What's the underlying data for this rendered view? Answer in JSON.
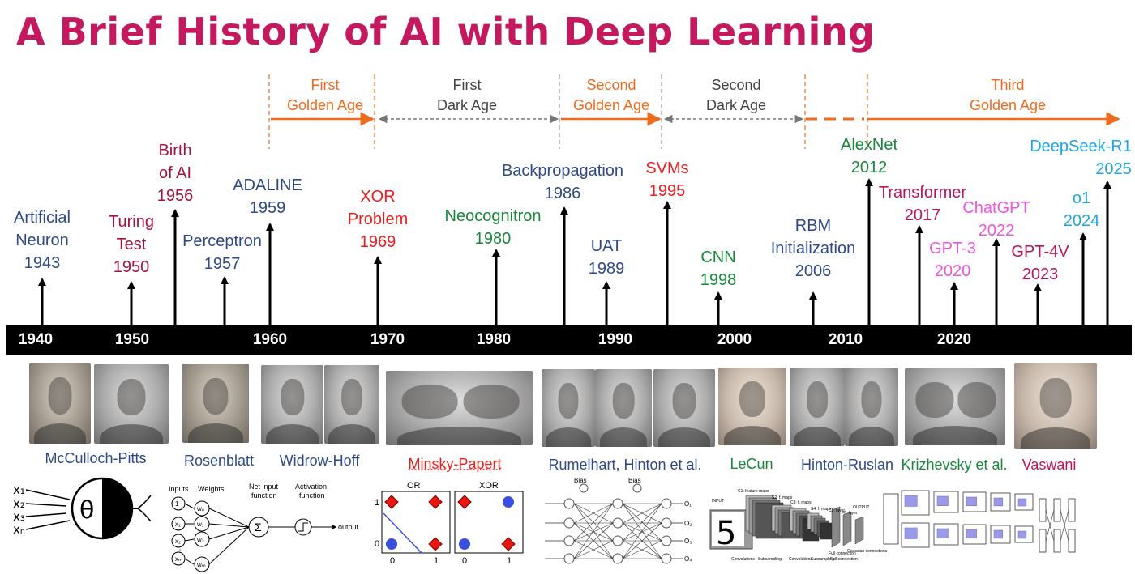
{
  "title": "A Brief History of AI with Deep Learning",
  "stages": [
    {
      "line1": "First",
      "line2": "Golden Age",
      "kind": "golden"
    },
    {
      "line1": "First",
      "line2": "Dark Age",
      "kind": "dark"
    },
    {
      "line1": "Second",
      "line2": "Golden Age",
      "kind": "golden"
    },
    {
      "line1": "Second",
      "line2": "Dark Age",
      "kind": "dark"
    },
    {
      "line1": "Third",
      "line2": "Golden Age",
      "kind": "golden"
    }
  ],
  "colors": {
    "title": "#c4185f",
    "golden": "#ee6a1c",
    "dark": "#444444",
    "navy": "#2e4a86",
    "maroon": "#a5123c",
    "red": "#ee1c1c",
    "green": "#17873a",
    "magenta": "#b8155a",
    "pink": "#ee55e0",
    "sky": "#1ea6e6"
  },
  "years": [
    "1940",
    "1950",
    "1960",
    "1970",
    "1980",
    "1990",
    "2000",
    "2010",
    "2020"
  ],
  "events": [
    {
      "lines": [
        "Artificial",
        "Neuron",
        "1943"
      ],
      "color": "navy"
    },
    {
      "lines": [
        "Turing",
        "Test",
        "1950"
      ],
      "color": "maroon"
    },
    {
      "lines": [
        "Birth",
        "of AI",
        "1956"
      ],
      "color": "maroon"
    },
    {
      "lines": [
        "Perceptron",
        "1957"
      ],
      "color": "navy"
    },
    {
      "lines": [
        "ADALINE",
        "1959"
      ],
      "color": "navy"
    },
    {
      "lines": [
        "XOR",
        "Problem",
        "1969"
      ],
      "color": "red"
    },
    {
      "lines": [
        "Neocognitron",
        "1980"
      ],
      "color": "green"
    },
    {
      "lines": [
        "Backpropagation",
        "1986"
      ],
      "color": "navy"
    },
    {
      "lines": [
        "UAT",
        "1989"
      ],
      "color": "navy"
    },
    {
      "lines": [
        "SVMs",
        "1995"
      ],
      "color": "red"
    },
    {
      "lines": [
        "CNN",
        "1998"
      ],
      "color": "green"
    },
    {
      "lines": [
        "RBM",
        "Initialization",
        "2006"
      ],
      "color": "navy"
    },
    {
      "lines": [
        "AlexNet",
        "2012"
      ],
      "color": "green"
    },
    {
      "lines": [
        "Transformer",
        "2017"
      ],
      "color": "magenta"
    },
    {
      "lines": [
        "GPT-3",
        "2020"
      ],
      "color": "pink"
    },
    {
      "lines": [
        "ChatGPT",
        "2022"
      ],
      "color": "pink"
    },
    {
      "lines": [
        "GPT-4V",
        "2023"
      ],
      "color": "magenta"
    },
    {
      "lines": [
        "o1",
        "2024"
      ],
      "color": "sky"
    },
    {
      "lines": [
        "DeepSeek-R1",
        "2025"
      ],
      "color": "sky"
    }
  ],
  "people": [
    {
      "name": "McCulloch-Pitts",
      "color": "navy"
    },
    {
      "name": "Rosenblatt",
      "color": "navy"
    },
    {
      "name": "Widrow-Hoff",
      "color": "navy"
    },
    {
      "name": "Minsky-Papert",
      "color": "red"
    },
    {
      "name": "Rumelhart, Hinton et al.",
      "color": "navy"
    },
    {
      "name": "LeCun",
      "color": "green"
    },
    {
      "name": "Hinton-Ruslan",
      "color": "navy"
    },
    {
      "name": "Krizhevsky et al.",
      "color": "green"
    },
    {
      "name": "Vaswani",
      "color": "magenta"
    }
  ],
  "neuron_diagram": {
    "inputs": [
      "x₁",
      "x₂",
      "x₃",
      "xₙ"
    ],
    "symbol": "θ"
  },
  "perceptron_diagram": {
    "headers": [
      "Inputs",
      "Weights",
      "Net input",
      "function",
      "Activation",
      "function"
    ],
    "inputs": [
      "1",
      "x₁",
      "x₂",
      "x₃",
      "xₘ"
    ],
    "weights": [
      "w₀",
      "w₁",
      "w₂",
      "w₃",
      "wₘ"
    ],
    "sum": "Σ",
    "output": "output",
    "dots": "⋮"
  },
  "xor_diagram": {
    "panels": [
      "OR",
      "XOR"
    ],
    "ticks_y": [
      "1",
      "0"
    ],
    "ticks_x": [
      "0",
      "1"
    ]
  },
  "mlp_diagram": {
    "bias_label": "Bias",
    "outputs": [
      "O₁",
      "O₂",
      "O₃",
      "O₄"
    ]
  },
  "cnn_diagram": {
    "digit": "5",
    "labels": [
      "INPUT",
      "C1: feature maps",
      "S2: f. maps",
      "C3: f. maps",
      "S4: f. maps",
      "C5: layer",
      "F6: layer",
      "OUTPUT",
      "Convolutions",
      "Subsampling",
      "Convolutions",
      "Subsampling",
      "Full connection",
      "Gaussian connections",
      "Full connection"
    ]
  }
}
